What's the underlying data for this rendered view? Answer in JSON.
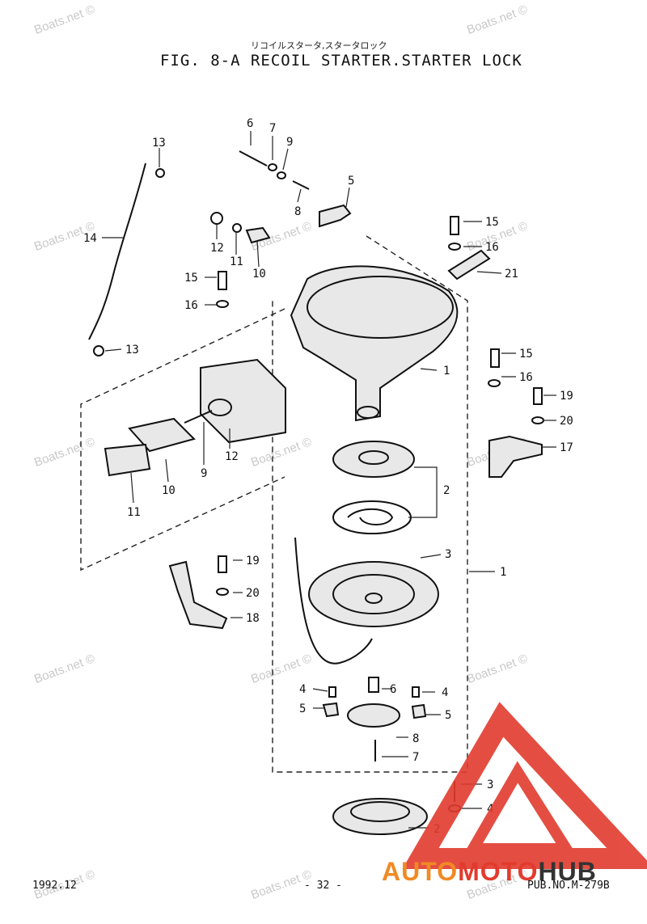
{
  "header": {
    "subtitle_jp": "リコイルスタータ,スタータロック",
    "title": "FIG.  8-A RECOIL STARTER.STARTER LOCK"
  },
  "footer": {
    "date": "1992.12",
    "page": "- 32 -",
    "pub_no": "PUB.NO.M-279B"
  },
  "watermark": {
    "text": "Boats.net ©"
  },
  "logo": {
    "text_a": "AUTO",
    "text_b": "MOTO",
    "text_c": "HUB",
    "color_red": "#e23b2e",
    "color_orange": "#f08a24",
    "color_dark": "#333333"
  },
  "callouts": [
    "1",
    "1",
    "2",
    "2",
    "3",
    "3",
    "4",
    "4",
    "4",
    "5",
    "5",
    "5",
    "6",
    "6",
    "7",
    "7",
    "8",
    "8",
    "9",
    "9",
    "10",
    "10",
    "11",
    "11",
    "12",
    "12",
    "13",
    "13",
    "14",
    "15",
    "15",
    "15",
    "16",
    "16",
    "16",
    "17",
    "18",
    "19",
    "19",
    "20",
    "20",
    "21"
  ]
}
